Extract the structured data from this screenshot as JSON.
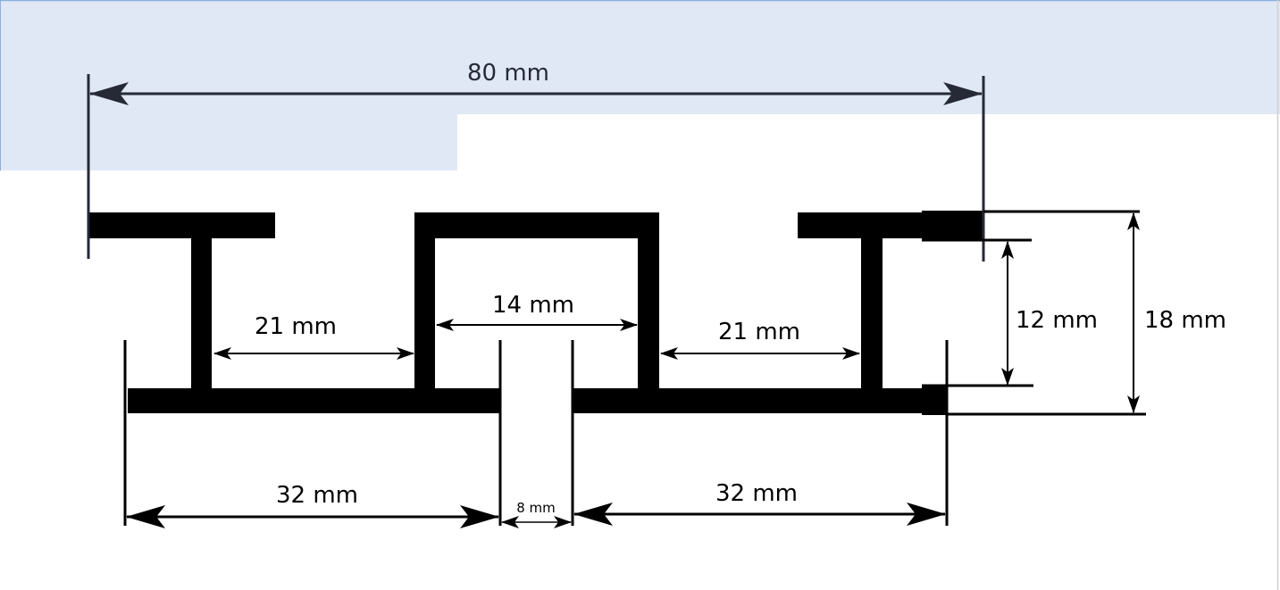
{
  "dimensions": {
    "overall_width": "80 mm",
    "left_gap": "21 mm",
    "center_box_width": "14 mm",
    "right_gap": "21 mm",
    "inner_height": "12 mm",
    "outer_height": "18 mm",
    "bottom_left_width": "32 mm",
    "slot_width": "8 mm",
    "bottom_right_width": "32 mm"
  },
  "colors": {
    "profile": "#000000",
    "selection_overlay": "#e1e8f5",
    "selection_border": "#8ab0e0"
  }
}
